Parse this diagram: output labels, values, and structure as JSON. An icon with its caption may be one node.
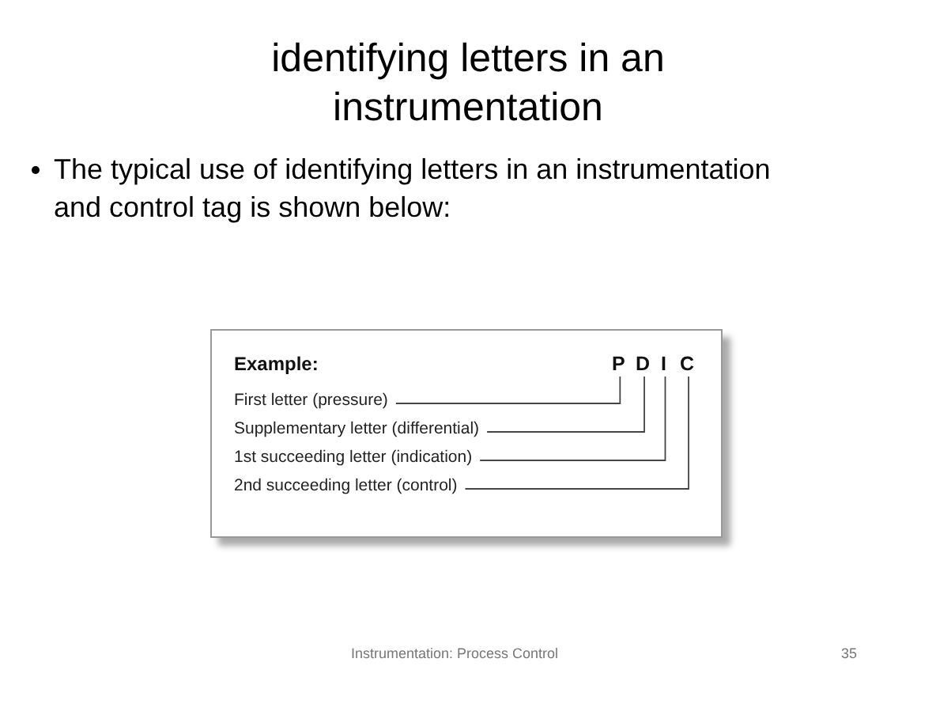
{
  "diagram": {
    "title": "identifying letters in an instrumentation",
    "nodes": [
      {
        "text": [
          "Example:"
        ]
      },
      {
        "text": [
          "P"
        ],
        "in": 0
      },
      {
        "text": [
          "D"
        ],
        "in": 0
      },
      {
        "text": [
          "I"
        ],
        "in": 0
      },
      {
        "text": [
          "C"
        ],
        "in": 0
      },
      {
        "text": [
          "First letter (pressure)"
        ],
        "in": 0
      },
      {
        "text": [
          "Supplementary letter (differential)"
        ],
        "in": 0
      },
      {
        "text": [
          "1st succeeding letter (indication)"
        ],
        "in": 0
      },
      {
        "text": [
          "2nd succeeding letter (control)"
        ],
        "in": 0
      }
    ],
    "edges": [
      {
        "from": 5,
        "to": 1,
        "arrow": "none"
      },
      {
        "from": 6,
        "to": 2,
        "arrow": "none"
      },
      {
        "from": 7,
        "to": 3,
        "arrow": "none"
      },
      {
        "from": 8,
        "to": 4,
        "arrow": "none"
      }
    ],
    "labels": [
      "The typical use of identifying letters in an instrumentation and control tag is shown below:",
      "Instrumentation: Process Control",
      "35"
    ]
  }
}
